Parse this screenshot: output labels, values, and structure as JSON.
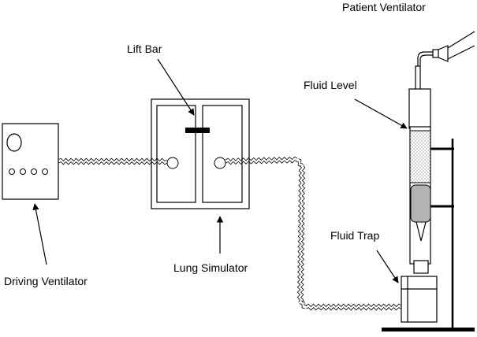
{
  "labels": {
    "patient_ventilator": "Patient Ventilator",
    "lift_bar": "Lift Bar",
    "fluid_level": "Fluid Level",
    "driving_ventilator": "Driving Ventilator",
    "lung_simulator": "Lung Simulator",
    "fluid_trap": "Fluid Trap"
  },
  "colors": {
    "stroke": "#000000",
    "fluid": "#b3b3b3",
    "background": "#ffffff"
  }
}
